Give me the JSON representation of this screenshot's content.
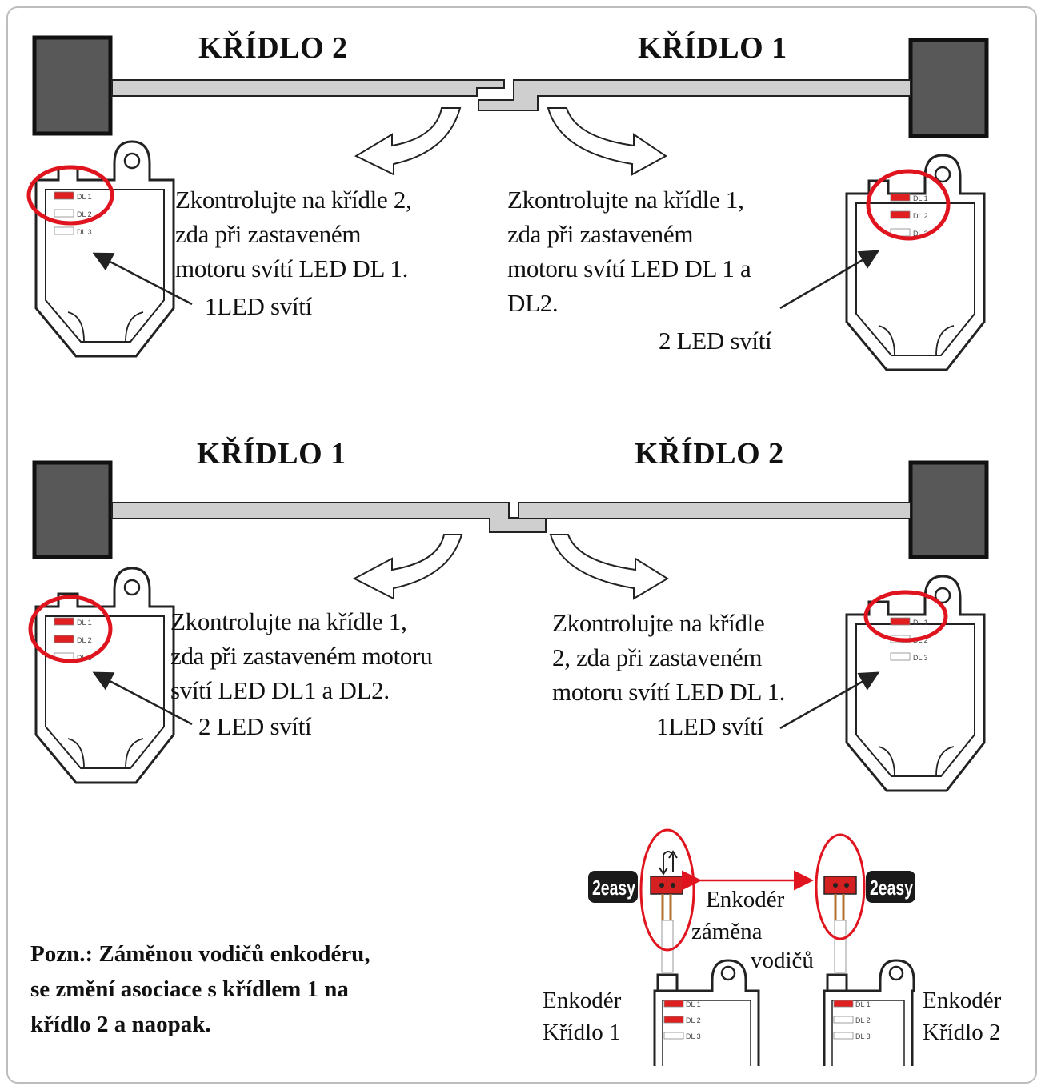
{
  "section1": {
    "left_title": "KŘÍDLO 2",
    "right_title": "KŘÍDLO 1",
    "left_text": [
      "Zkontrolujte na křídle 2,",
      "zda při zastaveném",
      "motoru svítí LED DL 1."
    ],
    "left_caption": "1LED svítí",
    "right_text": [
      "Zkontrolujte na křídle 1,",
      "zda při zastaveném",
      "motoru svítí LED DL 1 a",
      "DL2."
    ],
    "right_caption": "2 LED svítí"
  },
  "section2": {
    "left_title": "KŘÍDLO 1",
    "right_title": "KŘÍDLO 2",
    "left_text": [
      "Zkontrolujte na křídle 1,",
      "zda při zastaveném motoru",
      "svítí LED DL1 a DL2."
    ],
    "left_caption": "2 LED svítí",
    "right_text": [
      "Zkontrolujte na křídle",
      "2, zda při zastaveném",
      "motoru svítí LED DL 1."
    ],
    "right_caption": "1LED svítí"
  },
  "led_labels": [
    "DL 1",
    "DL 2",
    "DL 3"
  ],
  "note": [
    "Pozn.: Záměnou vodičů enkodéru,",
    "se změní asociace s křídlem 1 na",
    "křídlo 2 a naopak."
  ],
  "encoder_swap": [
    "Enkodér",
    "záměna",
    "vodičů"
  ],
  "encoder_left": [
    "Enkodér",
    "Křídlo 1"
  ],
  "encoder_right": [
    "Enkodér",
    "Křídlo 2"
  ],
  "brand_logo": "2easy",
  "colors": {
    "led_on": "#e02020",
    "highlight_circle": "#e0141e",
    "post": "#585858"
  }
}
